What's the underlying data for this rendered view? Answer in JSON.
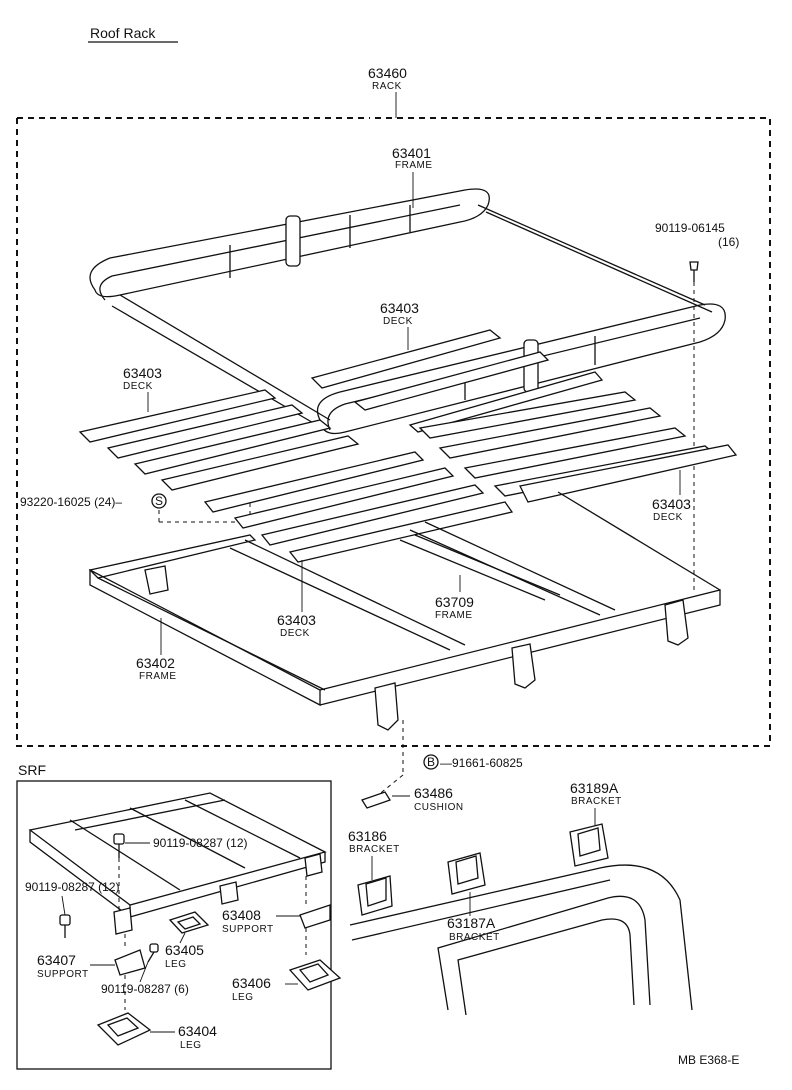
{
  "title": "Roof Rack",
  "footer": "MB  E368-E",
  "labels": {
    "rack": {
      "num": "63460",
      "name": "RACK"
    },
    "frame_top": {
      "num": "63401",
      "name": "FRAME"
    },
    "screw": {
      "num": "90119-06145",
      "qty": "(16)"
    },
    "deck_center": {
      "num": "63403",
      "name": "DECK"
    },
    "deck_left": {
      "num": "63403",
      "name": "DECK"
    },
    "deck_right": {
      "num": "63403",
      "name": "DECK"
    },
    "clip": {
      "num": "93220-16025 (24)–",
      "sym": "S"
    },
    "deck_front": {
      "num": "63403",
      "name": "DECK"
    },
    "frame_cross": {
      "num": "63709",
      "name": "FRAME"
    },
    "frame_base": {
      "num": "63402",
      "name": "FRAME"
    },
    "srf": "SRF",
    "clip_b": {
      "sym": "B",
      "num": "—91661-60825"
    },
    "cushion": {
      "num": "63486",
      "name": "CUSHION"
    },
    "bracket_rear": {
      "num": "63189A",
      "name": "BRACKET"
    },
    "bracket_front": {
      "num": "63186",
      "name": "BRACKET"
    },
    "bracket_mid": {
      "num": "63187A",
      "name": "BRACKET"
    },
    "srf_bolt1": {
      "num": "90119-08287 (12)"
    },
    "srf_bolt2": {
      "num": "90119-08287 (12)"
    },
    "srf_support_r": {
      "num": "63408",
      "name": "SUPPORT"
    },
    "srf_support_l": {
      "num": "63407",
      "name": "SUPPORT"
    },
    "srf_leg1": {
      "num": "63405",
      "name": "LEG"
    },
    "srf_bolt3": {
      "num": "90119-08287 (6)"
    },
    "srf_leg2": {
      "num": "63406",
      "name": "LEG"
    },
    "srf_leg3": {
      "num": "63404",
      "name": "LEG"
    }
  }
}
